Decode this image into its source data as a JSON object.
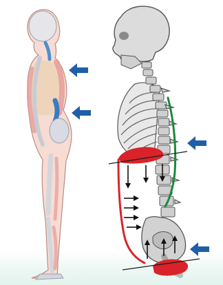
{
  "figure": {
    "panels": [
      {
        "name": "standing-body-side-view",
        "markers": [
          "upper-back-arrow",
          "lower-back-arrow"
        ]
      },
      {
        "name": "skeleton-spine-side-view",
        "markers": [
          "thoracic-arrow",
          "pelvis-arrow"
        ]
      }
    ],
    "colors": {
      "marker_arrow": "#1f5fa8",
      "muscle_band": "#d8232a",
      "spine_line": "#1b8a3a",
      "body_fill": "#f4c9bd",
      "bone_fill": "#d9d9d9",
      "bone_outline": "#5a5a5a"
    },
    "icons": [
      "left-pointing-arrow",
      "down-arrow",
      "up-arrow",
      "right-arrow"
    ]
  }
}
